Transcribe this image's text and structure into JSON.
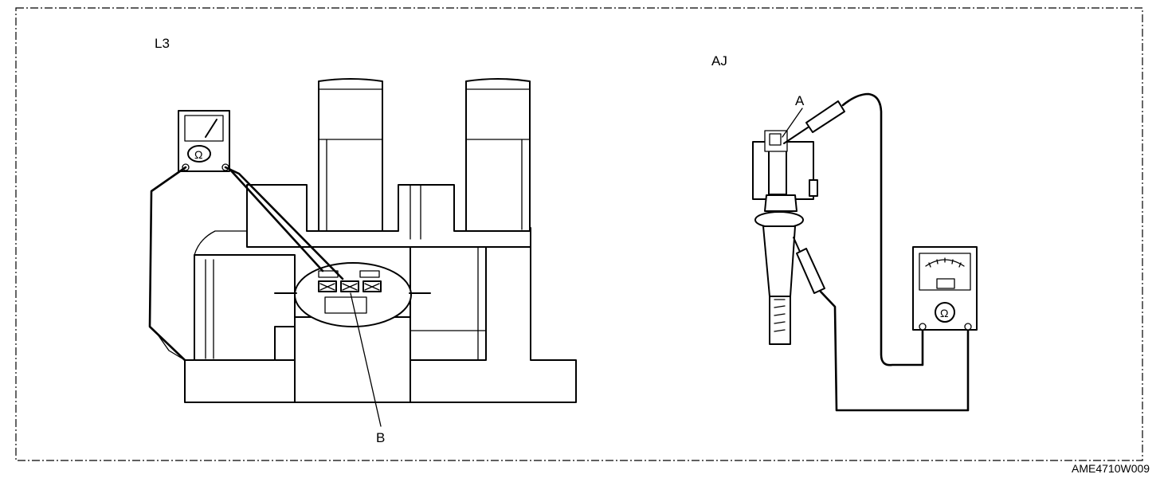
{
  "figure": {
    "panel_left": {
      "label": "L3",
      "callout_b": "B",
      "meter_symbol": "Ω"
    },
    "panel_right": {
      "label": "AJ",
      "callout_a": "A",
      "meter_symbol": "Ω"
    },
    "figure_code": "AME4710W009"
  }
}
